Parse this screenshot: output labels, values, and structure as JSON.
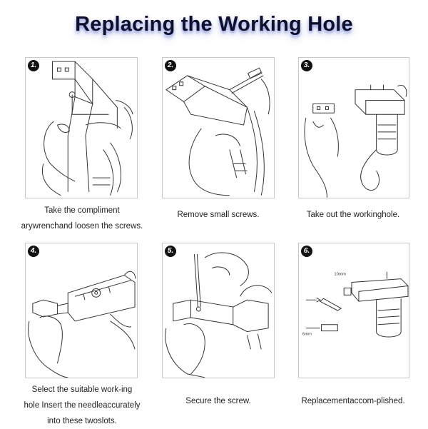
{
  "title": "Replacing the Working Hole",
  "steps": [
    {
      "number": "1.",
      "caption_lines": [
        "Take the compliment",
        "arywrenchand loosen the screws."
      ]
    },
    {
      "number": "2.",
      "caption_lines": [
        "Remove small screws."
      ]
    },
    {
      "number": "3.",
      "caption_lines": [
        "Take out the workinghole."
      ]
    },
    {
      "number": "4.",
      "caption_lines": [
        "Select the suitable work-ing",
        "hole Insert the needleaccurately",
        "into these twoslots."
      ]
    },
    {
      "number": "5.",
      "caption_lines": [
        "Secure the screw."
      ]
    },
    {
      "number": "6.",
      "caption_lines": [
        "Replacementaccom-plished."
      ]
    }
  ],
  "dimension_labels": {
    "top": "10mm",
    "bottom": "6mm"
  },
  "colors": {
    "title": "#0f0f2e",
    "title_shadow": "#465ac8",
    "line": "#333333",
    "panel_border": "#c8c8c8"
  }
}
